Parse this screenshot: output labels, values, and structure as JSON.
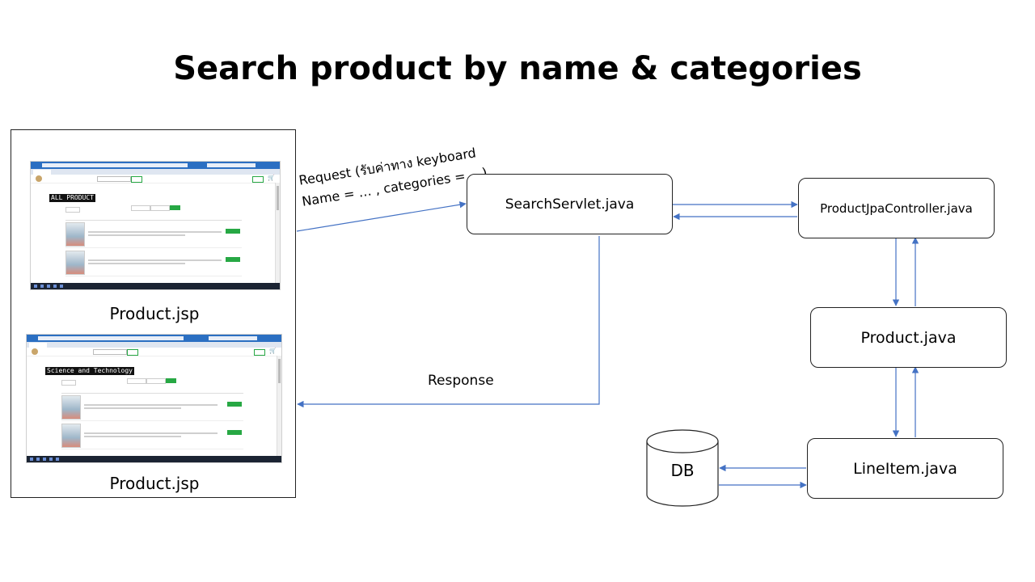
{
  "title": "Search product by name & categories",
  "screenshots": [
    {
      "heading": "ALL PRODUCT",
      "caption": "Product.jsp"
    },
    {
      "heading": "Science and Technology",
      "caption": "Product.jsp"
    }
  ],
  "request_label": {
    "line1": "Request (รับค่าทาง keyboard",
    "line2": "Name = … , categories = …)"
  },
  "response_label": "Response",
  "components": {
    "search_servlet": "SearchServlet.java",
    "product_jpa_controller": "ProductJpaController.java",
    "product": "Product.java",
    "line_item": "LineItem.java",
    "db": "DB"
  },
  "colors": {
    "arrow": "#4472c4",
    "button": "#27a844"
  }
}
